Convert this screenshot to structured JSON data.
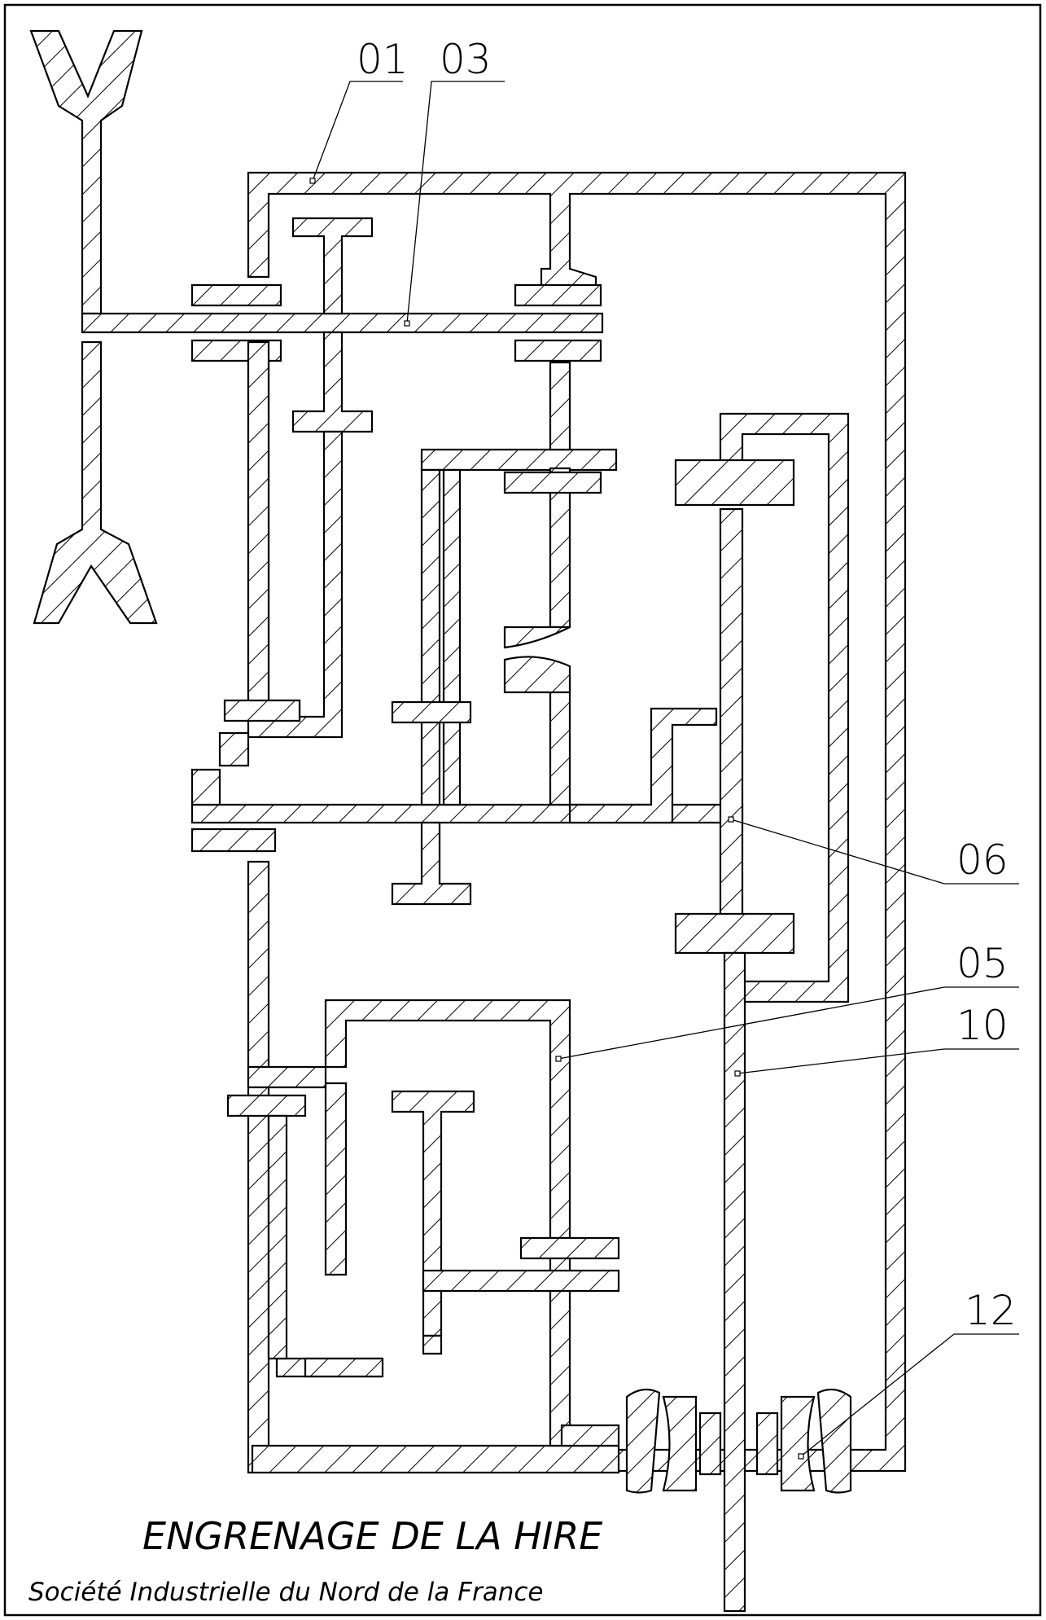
{
  "diagram": {
    "part_labels": {
      "p01": "01",
      "p03": "03",
      "p06": "06",
      "p05": "05",
      "p10": "10",
      "p12": "12"
    },
    "title": "ENGRENAGE DE LA HIRE",
    "subtitle": "Société Industrielle du Nord de la France"
  }
}
